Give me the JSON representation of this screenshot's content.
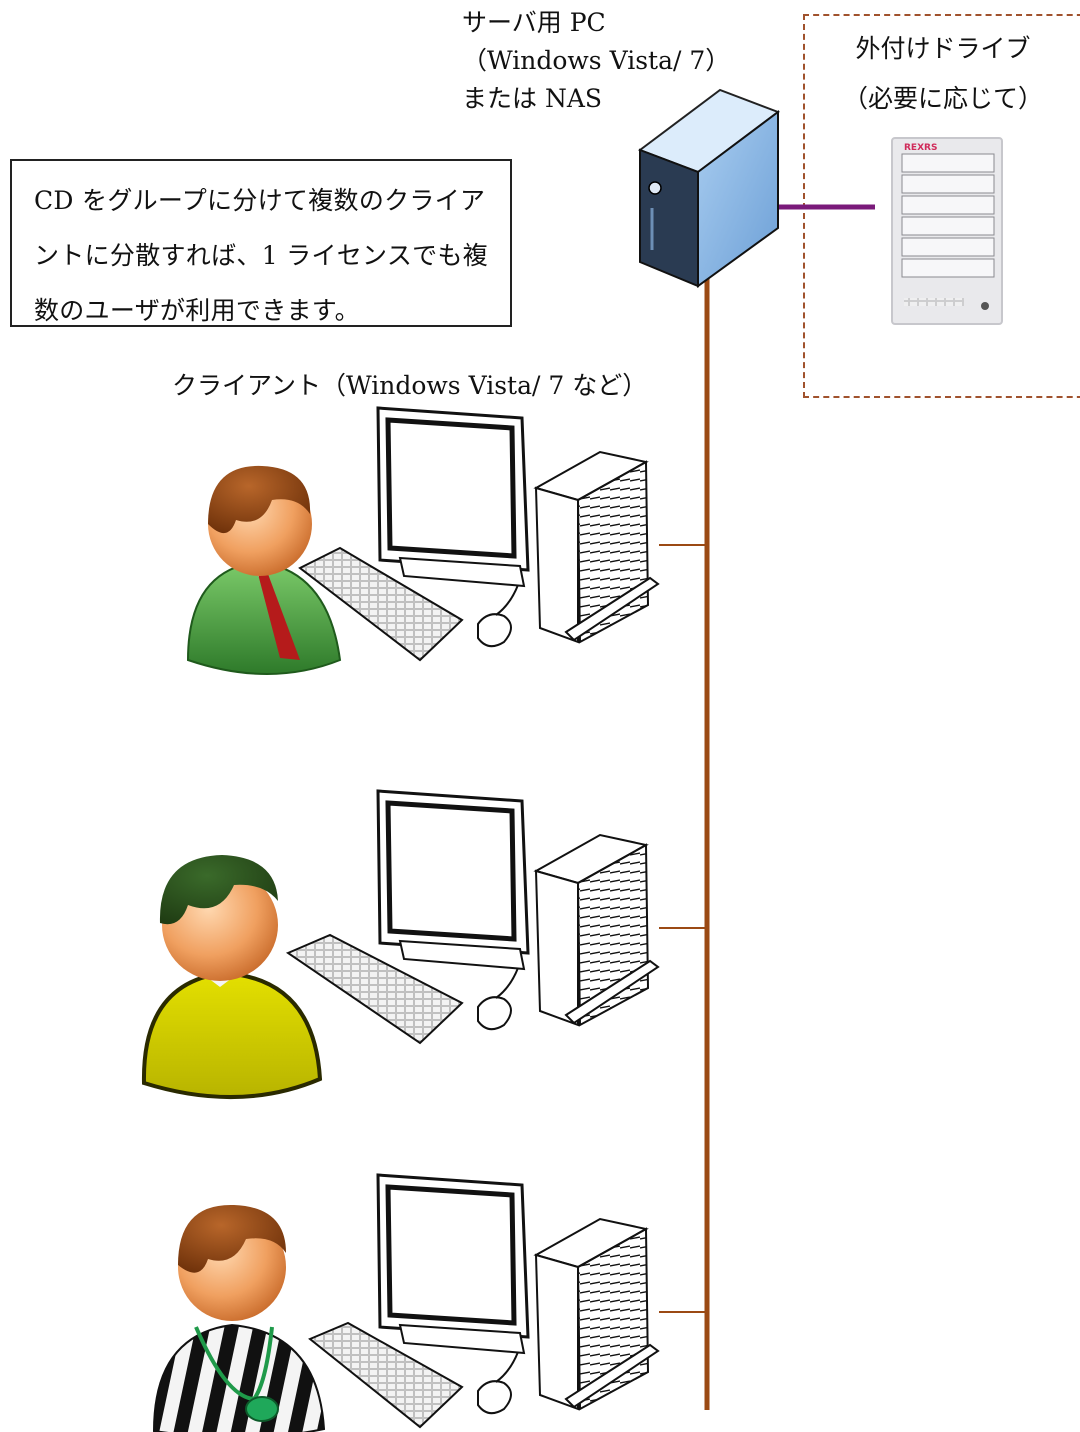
{
  "server": {
    "lines": [
      "サーバ用 PC",
      "（Windows Vista/ 7）",
      "または NAS"
    ]
  },
  "external_drive": {
    "lines": [
      "外付けドライブ",
      "（必要に応じて）"
    ],
    "brand": "REXRS"
  },
  "note": {
    "lines": [
      "CD をグループに分けて複数のクライア",
      "ントに分散すれば、1 ライセンスでも複",
      "数のユーザが利用できます。"
    ]
  },
  "clients": {
    "label": "クライアント（Windows Vista/ 7 など）",
    "users": [
      {
        "kind": "business-user",
        "shirt_color": "#3f9a3c",
        "tie_color": "#b51b1b"
      },
      {
        "kind": "casual-user",
        "shirt_color": "#d9d400"
      },
      {
        "kind": "referee-user",
        "shirt_color": "striped"
      }
    ]
  },
  "colors": {
    "network_line": "#9b4a14",
    "drive_link": "#7a1a7a",
    "drive_box_border": "#a0522d",
    "server_face": "#8ab8e6"
  }
}
